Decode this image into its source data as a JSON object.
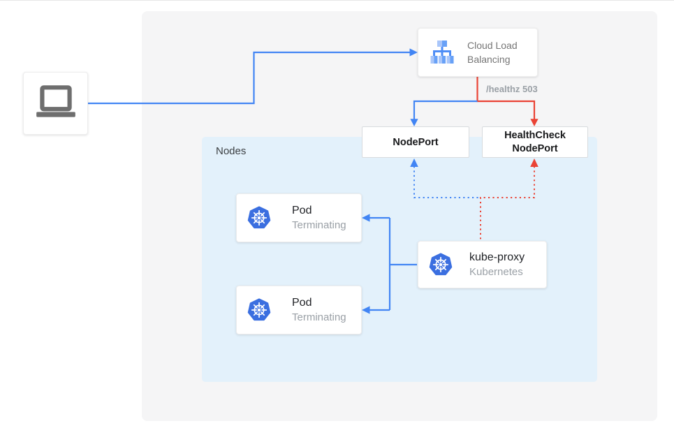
{
  "diagram_title": "kubernetes-healthcheck-nodeport-diagram",
  "client_device": {
    "icon": "laptop-icon"
  },
  "load_balancer": {
    "label": "Cloud Load Balancing",
    "icon": "load-balancer-icon"
  },
  "health_check_label": "/healthz 503",
  "nodes_group": {
    "label": "Nodes"
  },
  "nodeport_box": {
    "label": "NodePort"
  },
  "healthcheck_nodeport_box": {
    "label": "HealthCheck NodePort"
  },
  "pods": [
    {
      "title": "Pod",
      "status": "Terminating",
      "icon": "kubernetes-icon"
    },
    {
      "title": "Pod",
      "status": "Terminating",
      "icon": "kubernetes-icon"
    }
  ],
  "kube_proxy": {
    "title": "kube-proxy",
    "subtitle": "Kubernetes",
    "icon": "kubernetes-icon"
  },
  "colors": {
    "traffic_blue": "#4285F4",
    "health_red": "#EA4335",
    "kubernetes_blue": "#3B6FE0",
    "nodes_panel_bg": "#E3F1FB",
    "stage_bg": "#F5F5F6",
    "muted_text": "#9AA0A6",
    "icon_gray": "#6E6E6E"
  }
}
